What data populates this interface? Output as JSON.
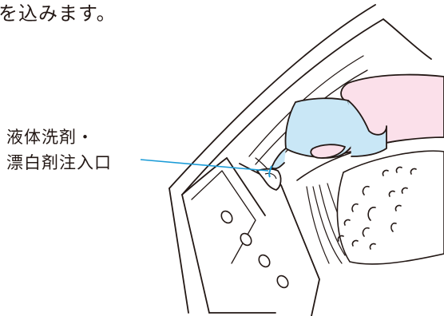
{
  "caption_top": "を込みます。",
  "callout": {
    "line1": "液体洗剤・",
    "line2": "漂白剤注入口"
  },
  "colors": {
    "outline": "#231815",
    "leader_line": "#1a9bd7",
    "hand_fill": "#fbe0ea",
    "bottle_fill": "#c9e7f6",
    "washer_fill": "#f2f2f2"
  }
}
